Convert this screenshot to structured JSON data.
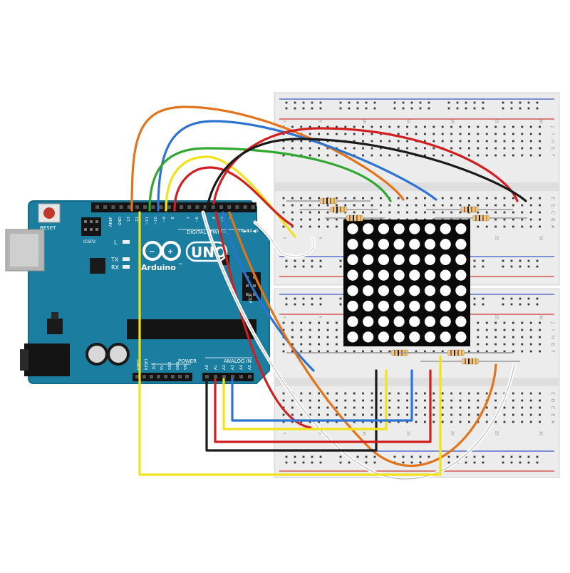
{
  "board": {
    "brand": "Arduino",
    "tm": "™",
    "model": "UNO",
    "reset_label": "RESET",
    "icsp_label": "ICSP",
    "icsp2_label": "ICSP2",
    "led_l": "L",
    "led_tx": "TX",
    "led_rx": "RX",
    "digital_label": "DIGITAL (PWM~)",
    "analog_label": "ANALOG IN",
    "power_label": "POWER",
    "tx_label": "TX▶1",
    "rx_label": "RX◀0",
    "top_pins": [
      "AREF",
      "GND",
      "13",
      "12",
      "~11",
      "~10",
      "~9",
      "8",
      "7",
      "~6",
      "~5",
      "4",
      "~3",
      "2"
    ],
    "power_pins": [
      "IOREF",
      "RESET",
      "3V3",
      "5V",
      "GND",
      "GND",
      "VIN"
    ],
    "analog_pins": [
      "A0",
      "A1",
      "A2",
      "A3",
      "A4",
      "A5"
    ]
  },
  "breadboard": {
    "col_numbers": [
      "1",
      "5",
      "10",
      "15",
      "20",
      "25",
      "30"
    ],
    "row_letters_top": [
      "J",
      "I",
      "H",
      "G",
      "F"
    ],
    "row_letters_bottom": [
      "E",
      "D",
      "C",
      "B",
      "A"
    ]
  },
  "matrix": {
    "rows": 8,
    "cols": 8
  },
  "colors": {
    "board": "#1b7ea0",
    "board_edge": "#146a87",
    "breadboard": "#ececec",
    "rail_red": "#d23b3b",
    "rail_blue": "#3b57c8",
    "wire_orange": "#e3741b",
    "wire_blue": "#2c74d1",
    "wire_green": "#2ea82e",
    "wire_yellow": "#f2e21a",
    "wire_red": "#d11f1f",
    "wire_black": "#1a1a1a",
    "wire_white": "#ffffff"
  }
}
